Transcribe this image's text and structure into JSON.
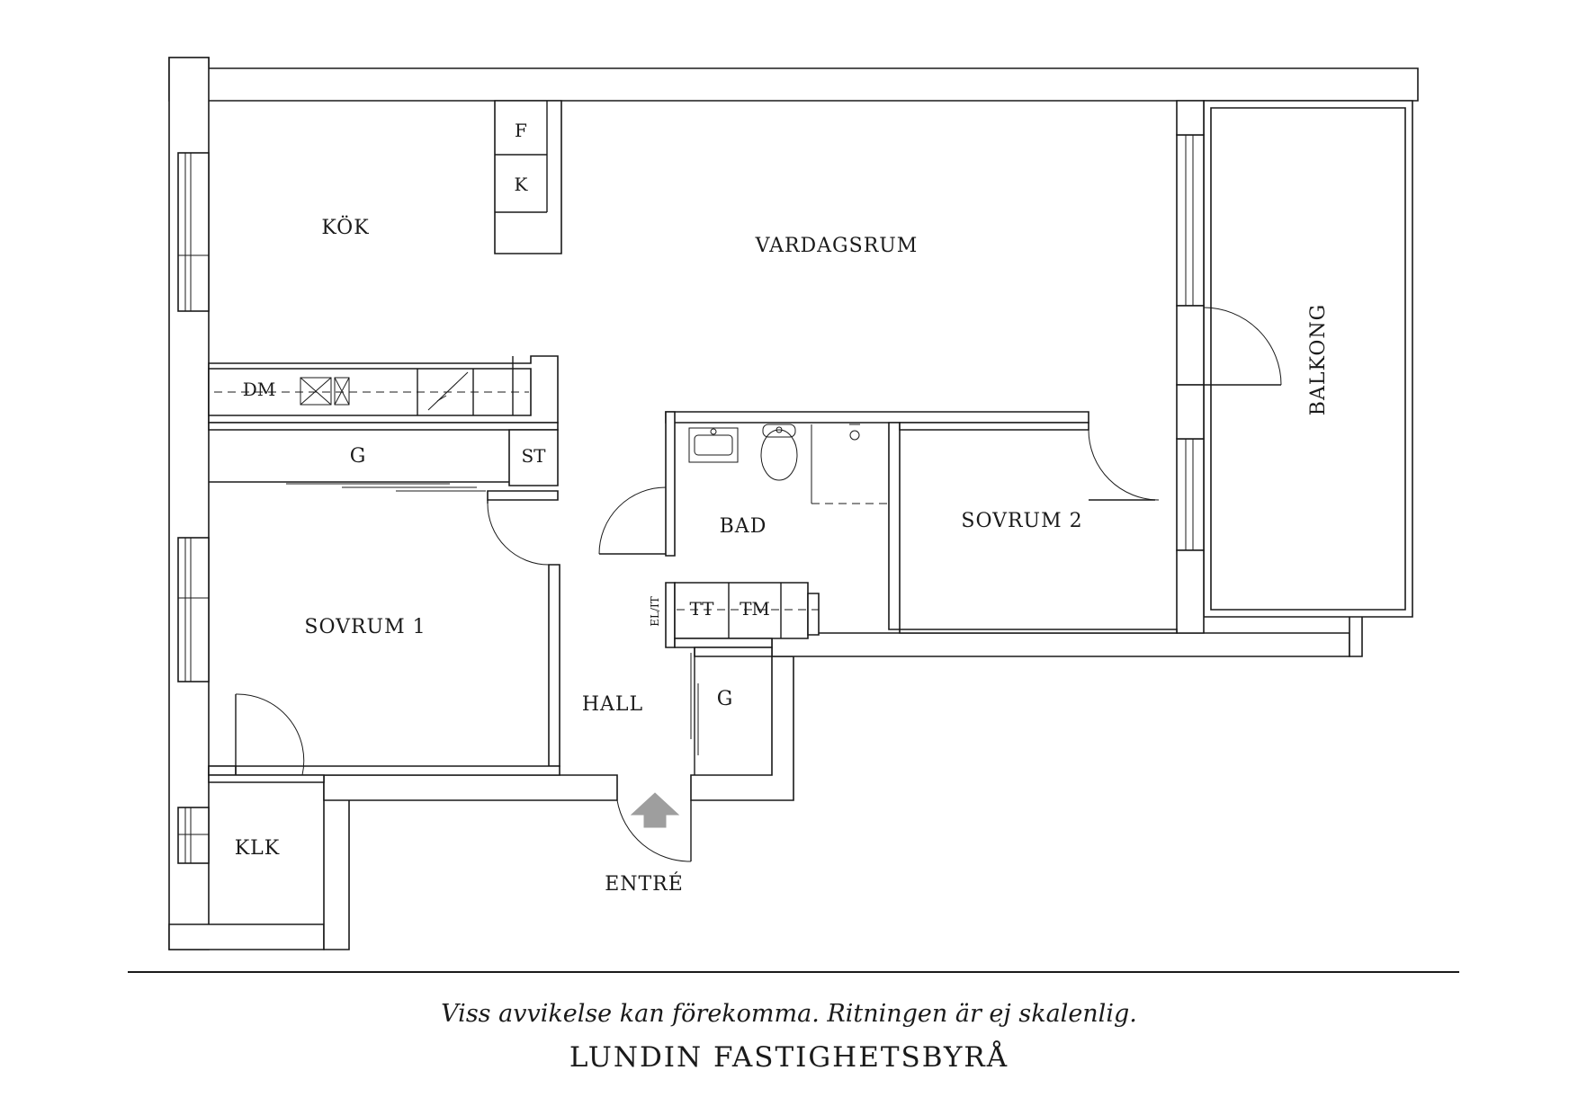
{
  "rooms": {
    "kok": "KÖK",
    "fridge": "F",
    "freezer": "K",
    "vardagsrum": "VARDAGSRUM",
    "balkong": "BALKONG",
    "dishwasher": "DM",
    "wardrobe_sovrum1": "G",
    "storage": "ST",
    "bad": "BAD",
    "sovrum2": "SOVRUM 2",
    "sovrum1": "SOVRUM 1",
    "tumble_dryer": "TT",
    "washing_machine": "TM",
    "electrical": "EL/IT",
    "hall": "HALL",
    "wardrobe_hall": "G",
    "klk": "KLK",
    "entre": "ENTRÉ"
  },
  "footer": {
    "disclaimer": "Viss avvikelse kan förekomma. Ritningen är ej skalenlig.",
    "brand": "LUNDIN FASTIGHETSBYRÅ"
  },
  "colors": {
    "line": "#1a1a1a",
    "entry_arrow": "#9e9e9e",
    "background": "#ffffff"
  }
}
